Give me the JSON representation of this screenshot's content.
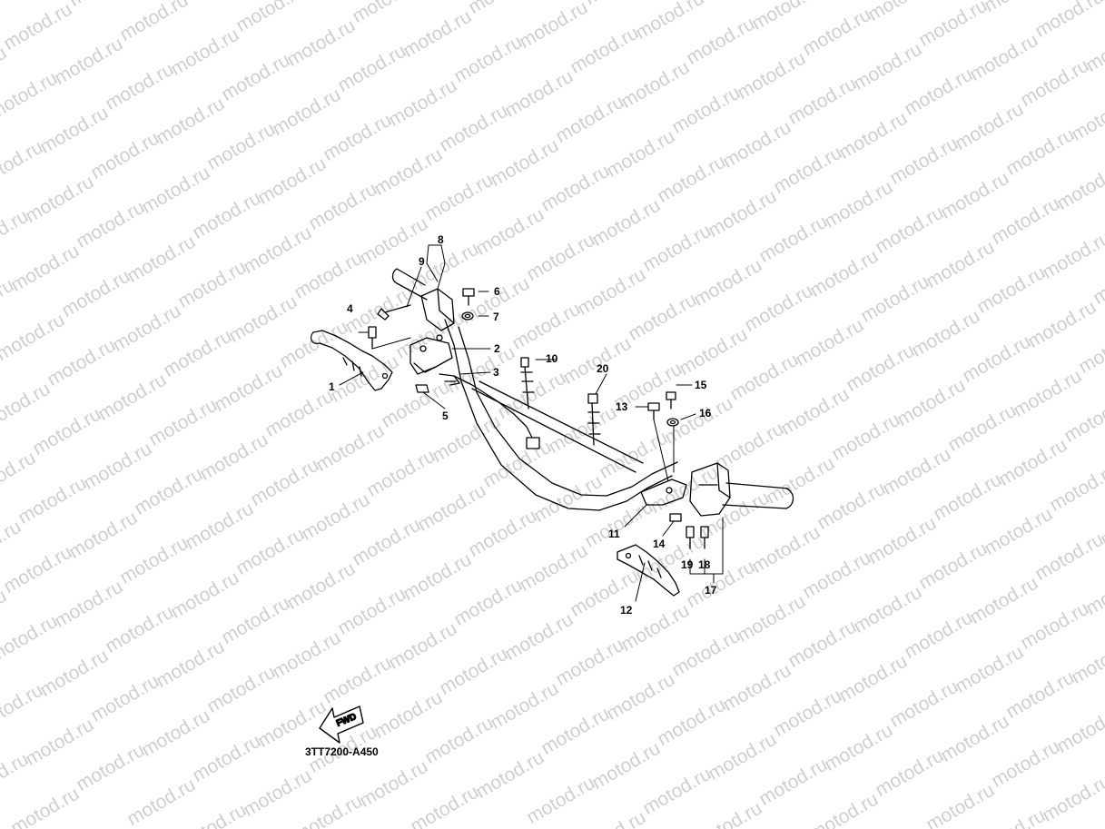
{
  "watermark": {
    "text": "motod.ru"
  },
  "diagram": {
    "part_labels": {
      "p1": "1",
      "p2": "2",
      "p3": "3",
      "p4": "4",
      "p5": "5",
      "p6": "6",
      "p7": "7",
      "p8": "8",
      "p9": "9",
      "p10": "10",
      "p11": "11",
      "p12": "12",
      "p13": "13",
      "p14": "14",
      "p15": "15",
      "p16": "16",
      "p17": "17",
      "p18": "18",
      "p19": "19",
      "p20": "20"
    },
    "fwd_label": "FWD",
    "drawing_code": "3TT7200-A450"
  },
  "colors": {
    "line": "#000000",
    "watermark": "#cfcfcf",
    "background": "#ffffff"
  }
}
